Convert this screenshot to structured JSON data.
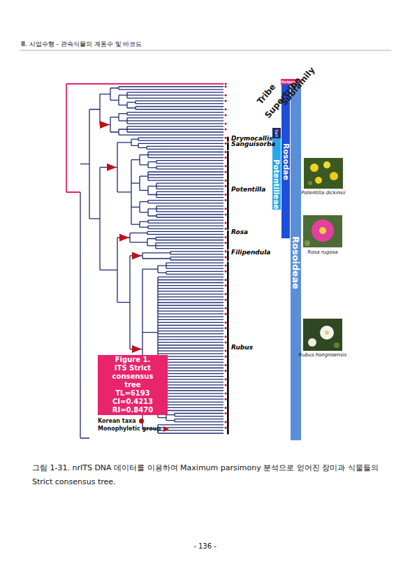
{
  "diagram": {
    "caption": "그림 1-31. nrITS DNA 데이터를 이용하여 Maximum parsimony 분석으로 얻어진 장미과 식물들의 Strict consensus tree.",
    "nodes": [
      {
        "text": [
          "Outgroup"
        ]
      },
      {
        "text": [
          "Rosoideae"
        ]
      },
      {
        "text": [
          "Rosodae"
        ]
      },
      {
        "text": [
          "Potentilleae"
        ]
      },
      {
        "text": [
          "San"
        ],
        "in": 3
      },
      {
        "text": [
          "Figure 1.",
          "ITS Strict consensus tree",
          "TL=6193",
          "CI=0.4213",
          "RI=0.8470"
        ]
      }
    ],
    "labels": [
      "Ⅲ. 사업수행 - 관속식물의 계통수 및 바코드",
      "Tribe",
      "Supertribe",
      "Subfamily",
      "Drymocallis",
      "Sanguisorba",
      "Potentilla",
      "Rosa",
      "Filipendula",
      "Rubus",
      "Potentilla dickinsii",
      "Rosa rugosa",
      "Rubus hongnoensis",
      "- 136 -"
    ],
    "legend": [
      {
        "text": "Korean taxa",
        "color": "#cc0000"
      },
      {
        "text": "Monophyletic group"
      }
    ]
  }
}
